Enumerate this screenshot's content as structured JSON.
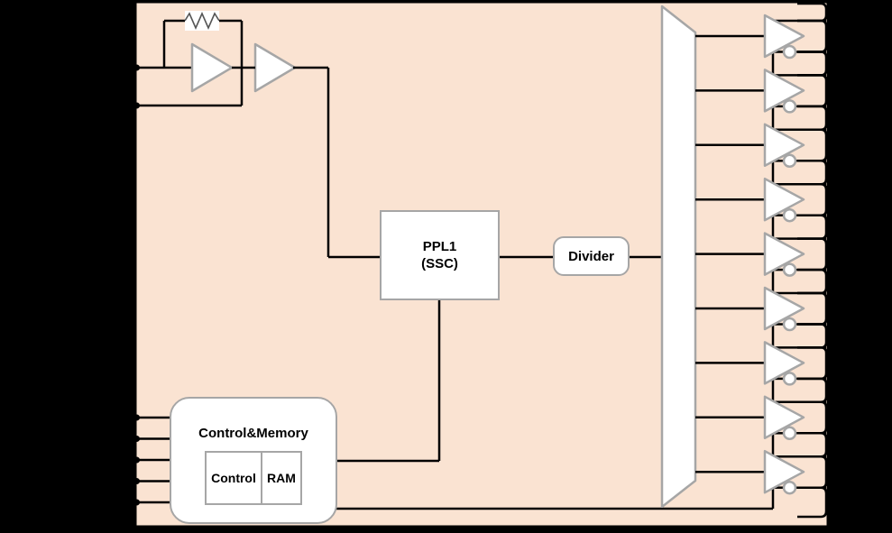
{
  "diagram": {
    "background": "#000000",
    "chip": {
      "fill": "#FAE3D2",
      "outline": "#000000"
    },
    "stroke": {
      "wire": "#000000",
      "shape": "#A6A6A6",
      "shape_fill": "#FFFFFF",
      "resistor": "#555555"
    },
    "blocks": {
      "pll": {
        "line1": "PPL1",
        "line2": "(SSC)"
      },
      "divider": {
        "label": "Divider"
      },
      "control_memory": {
        "title": "Control&Memory",
        "control_label": "Control",
        "ram_label": "RAM"
      }
    },
    "structure": {
      "output_buffer_count": 9,
      "output_pad_count": 19,
      "control_input_pin_count": 5,
      "crystal_pin_count": 2,
      "oscillator_amplifier_count": 2,
      "has_feedback_resistor": true
    }
  }
}
